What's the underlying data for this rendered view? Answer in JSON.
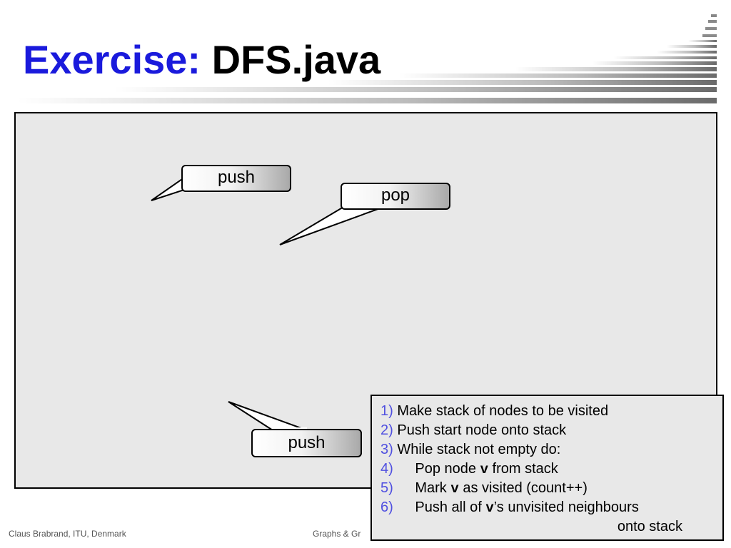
{
  "slide": {
    "title_part1": "Exercise:",
    "title_part2": "DFS.java"
  },
  "callouts": {
    "push_top": "push",
    "pop": "pop",
    "push_bottom": "push"
  },
  "steps": [
    {
      "num": "1)",
      "before": "Make stack of nodes to be visited",
      "code": "",
      "after": ""
    },
    {
      "num": "2)",
      "before": "Push start node onto stack",
      "code": "",
      "after": ""
    },
    {
      "num": "3)",
      "before": "While stack not empty do:",
      "code": "",
      "after": ""
    },
    {
      "num": "4)",
      "before": "Pop node ",
      "code": "v",
      "after": " from stack"
    },
    {
      "num": "5)",
      "before": "Mark ",
      "code": "v",
      "after": " as visited (count++)"
    },
    {
      "num": "6)",
      "before": "Push all of ",
      "code": "v",
      "after": "’s unvisited neighbours"
    }
  ],
  "steps_continuation": "onto stack",
  "footer": {
    "left": "Claus Brabrand, ITU, Denmark",
    "center": "Graphs & Gr"
  },
  "colors": {
    "title_accent": "#1a1adc",
    "step_number": "#5050e0",
    "box_fill": "#e8e8e8"
  }
}
